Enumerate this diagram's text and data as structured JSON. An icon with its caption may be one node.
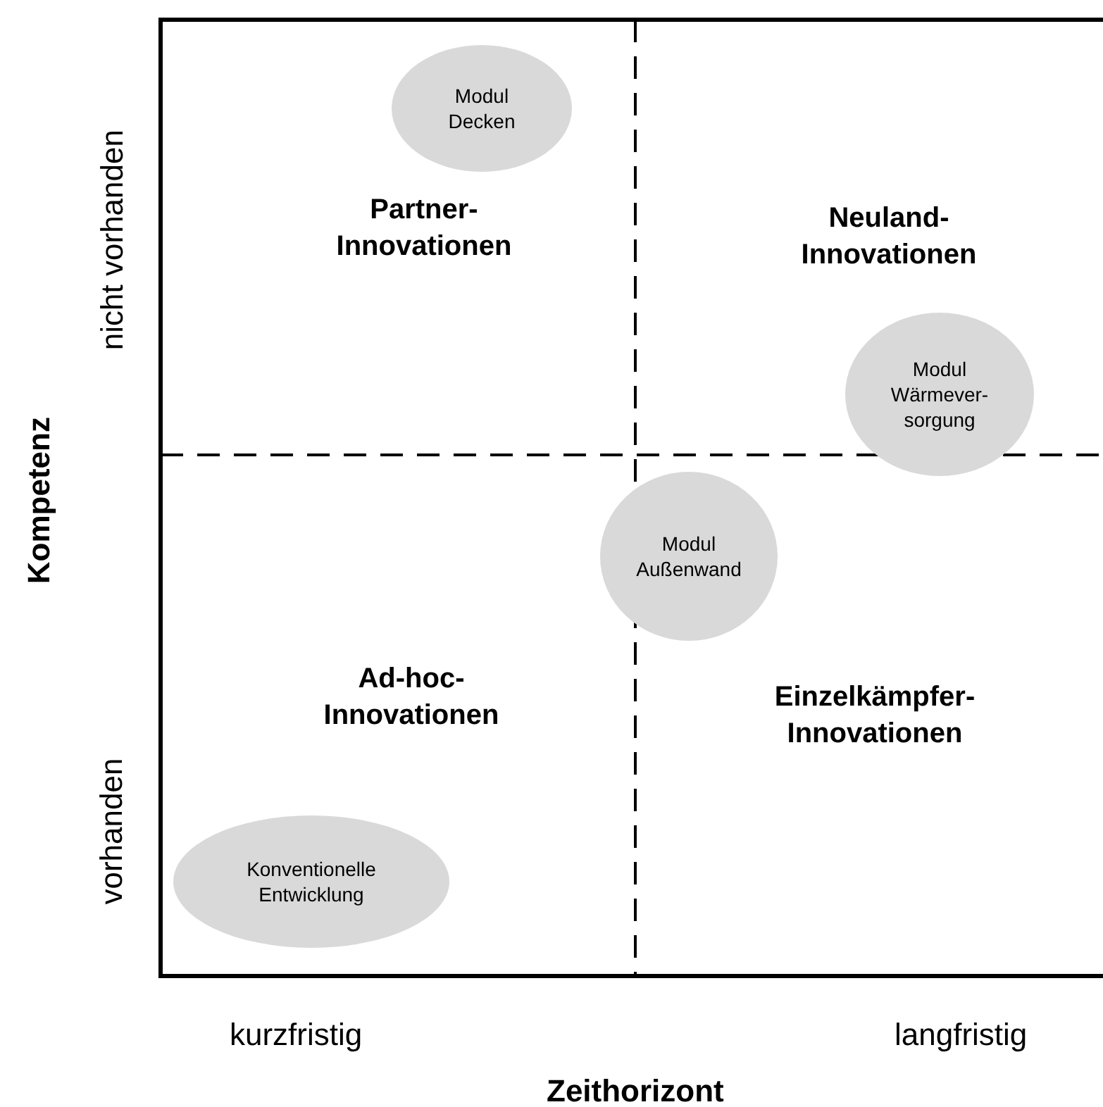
{
  "diagram": {
    "nodes": [
      {
        "text": [
          "Modul Decken"
        ]
      },
      {
        "text": [
          "Modul Wärmever- sorgung"
        ]
      },
      {
        "text": [
          "Modul Außenwand"
        ]
      },
      {
        "text": [
          "Konventionelle Entwicklung"
        ]
      }
    ],
    "labels": [
      "nicht vorhanden",
      "Partner- Innovationen",
      "Neuland- Innovationen",
      "Kompetenz",
      "Ad-hoc- Innovationen",
      "Einzelkämpfer- Innovationen",
      "vorhanden",
      "kurzfristig",
      "langfristig",
      "Zeithorizont"
    ]
  }
}
